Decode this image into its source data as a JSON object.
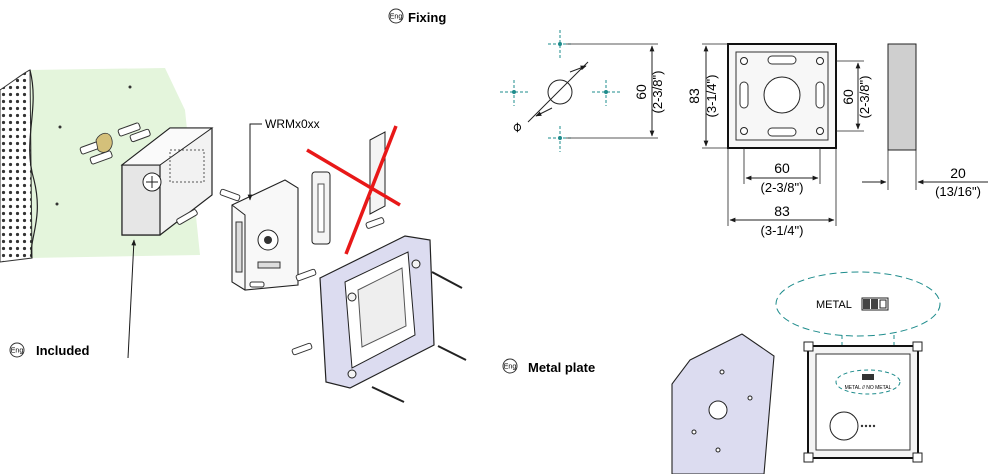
{
  "section_labels": {
    "fixing": "Fixing",
    "included": "Included",
    "metal_plate": "Metal plate",
    "lang_badge": "Eng"
  },
  "part_label": "WRMx0xx",
  "dimensions": {
    "hole_spacing_mm": "60",
    "hole_spacing_in": "(2-3/8\")",
    "hole_diameter_symbol": "⌀",
    "box_height_mm": "83",
    "box_height_in": "(3-1/4\")",
    "box_hole_v_mm": "60",
    "box_hole_v_in": "(2-3/8\")",
    "box_hole_h_mm": "60",
    "box_hole_h_in": "(2-3/8\")",
    "box_width_mm": "83",
    "box_width_in": "(3-1/4\")",
    "depth_mm": "20",
    "depth_in": "(13/16\")"
  },
  "metal_switch": {
    "label": "METAL",
    "small_caption": "METAL // NO METAL"
  },
  "colors": {
    "wall_green": "#e4f5dc",
    "cover_lavender": "#dcdcf0",
    "cross_red": "#e81818",
    "dimension_teal": "#1e8c8c",
    "side_grey": "#cfcfcf"
  }
}
